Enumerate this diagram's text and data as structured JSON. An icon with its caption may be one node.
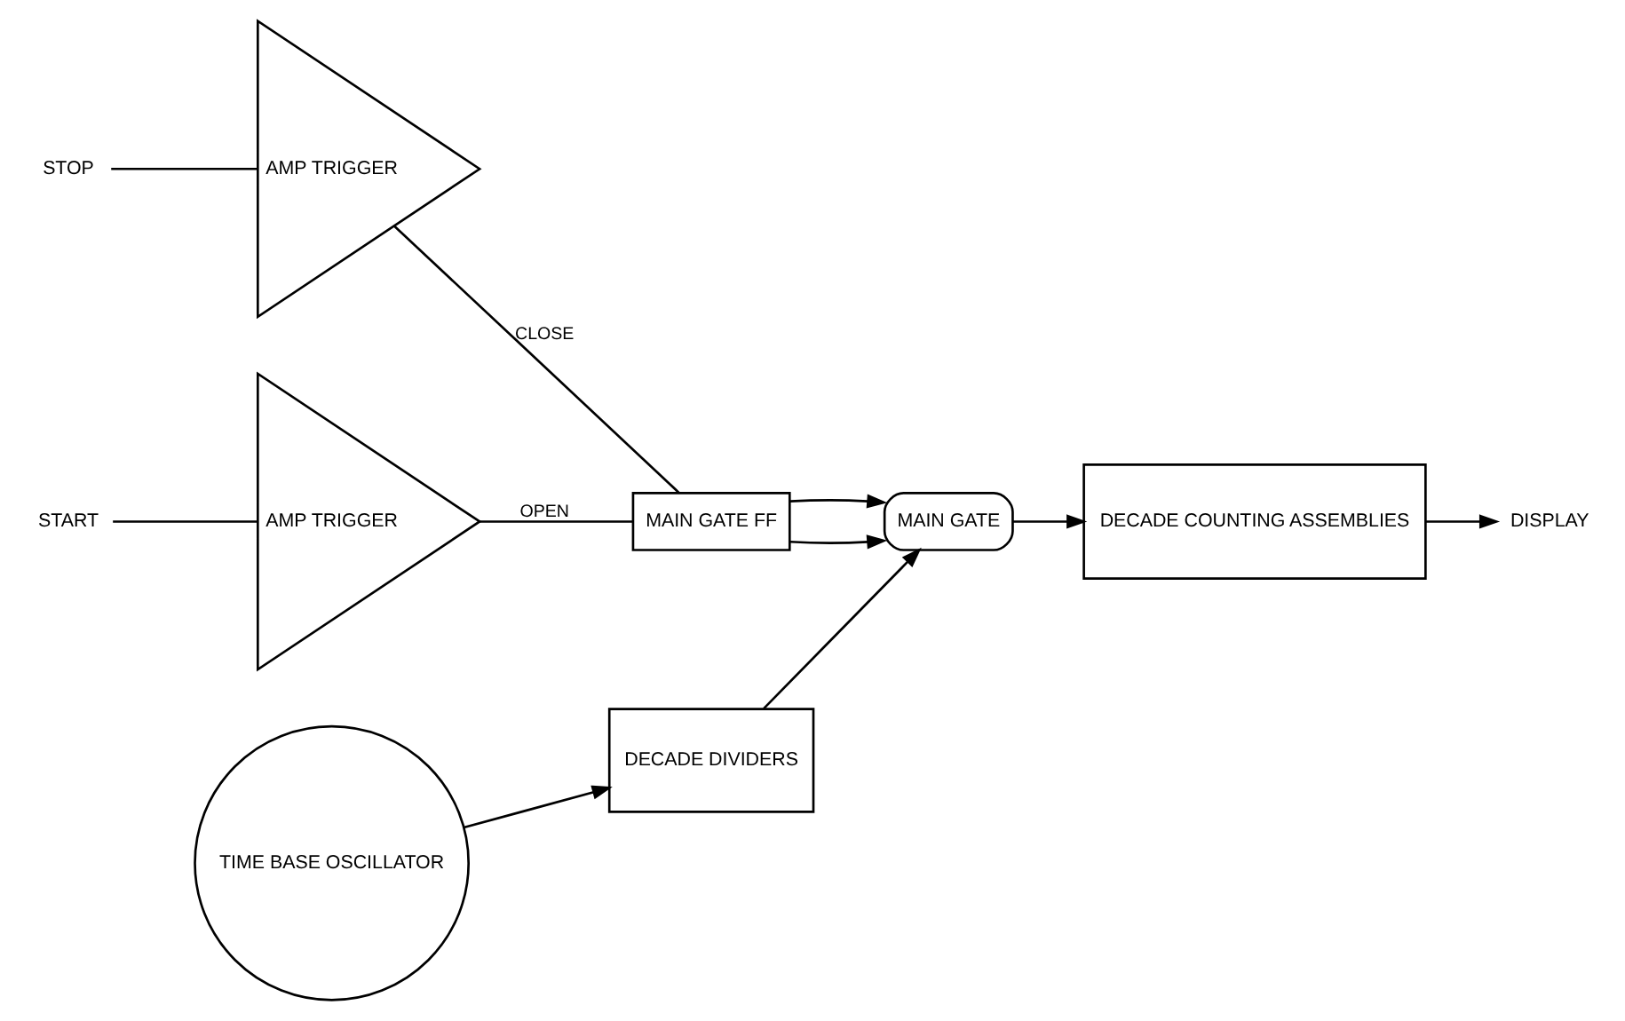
{
  "diagram": {
    "nodes": [
      {
        "text": [
          "START"
        ]
      },
      {
        "text": [
          "AMP TRIGGER"
        ]
      },
      {
        "text": [
          "STOP"
        ]
      },
      {
        "text": [
          "AMP TRIGGER"
        ]
      },
      {
        "text": [
          "MAIN GATE FF"
        ]
      },
      {
        "text": [
          "MAIN GATE"
        ]
      },
      {
        "text": [
          "DECADE COUNTING ASSEMBLIES"
        ]
      },
      {
        "text": [
          "DISPLAY"
        ]
      },
      {
        "text": [
          "TIME BASE OSCILLATOR"
        ]
      },
      {
        "text": [
          "DECADE DIVIDERS"
        ]
      }
    ],
    "edges": [
      {
        "from": 0,
        "to": 1,
        "arrow": "none"
      },
      {
        "from": 2,
        "to": 3,
        "arrow": "none"
      },
      {
        "from": 1,
        "to": 4,
        "label": "OPEN",
        "arrow": "none"
      },
      {
        "from": 3,
        "to": 4,
        "label": "CLOSE",
        "arrow": "none"
      },
      {
        "from": 4,
        "to": 5,
        "arrow": "to"
      },
      {
        "from": 4,
        "to": 5,
        "arrow": "to"
      },
      {
        "from": 9,
        "to": 5,
        "arrow": "to"
      },
      {
        "from": 5,
        "to": 6,
        "arrow": "to"
      },
      {
        "from": 6,
        "to": 7,
        "arrow": "to"
      },
      {
        "from": 8,
        "to": 9,
        "arrow": "to"
      }
    ]
  }
}
